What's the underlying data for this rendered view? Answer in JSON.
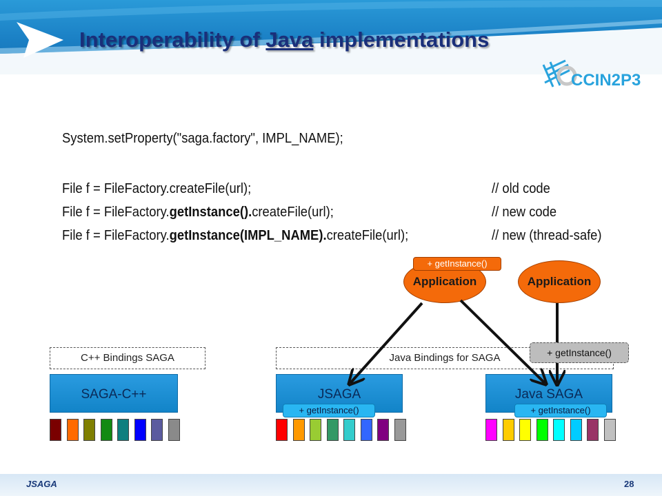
{
  "slide": {
    "title_pre": "Interoperability of ",
    "title_link": "Java",
    "title_post": " implementations",
    "logo_text": "CCIN2P3",
    "footer_label": "JSAGA",
    "page_number": "28"
  },
  "code": {
    "line1": "System.setProperty(\"saga.factory\", IMPL_NAME);",
    "line2_pre": "File f = FileFactory.createFile(url);",
    "line2_comment": "// old code",
    "line3_pre": "File f = FileFactory.",
    "line3_bold": "getInstance().",
    "line3_post": "createFile(url);",
    "line3_comment": "// new code",
    "line4_pre": "File f = FileFactory.",
    "line4_bold": "getInstance(IMPL_NAME).",
    "line4_post": "createFile(url);",
    "line4_comment": "// new (thread-safe)"
  },
  "diagram": {
    "cpp_bindings": "C++ Bindings SAGA",
    "java_bindings": "Java Bindings for SAGA",
    "saga_cpp": "SAGA-C++",
    "jsaga": "JSAGA",
    "java_saga": "Java SAGA",
    "application_left": "Application",
    "application_right": "Application",
    "get_instance": "+ getInstance()",
    "swatches_cpp": [
      "#7a0000",
      "#ff6a00",
      "#7f7f00",
      "#138a13",
      "#0f7f7f",
      "#0000ff",
      "#5b5b9f",
      "#8a8a8a"
    ],
    "swatches_jsaga": [
      "#ff0000",
      "#ff9900",
      "#99cc33",
      "#339966",
      "#33cccc",
      "#3366ff",
      "#800080",
      "#999999"
    ],
    "swatches_javasaga": [
      "#ff00ff",
      "#ffcc00",
      "#ffff00",
      "#00ff00",
      "#00ffff",
      "#00ccff",
      "#993366",
      "#c0c0c0"
    ]
  }
}
